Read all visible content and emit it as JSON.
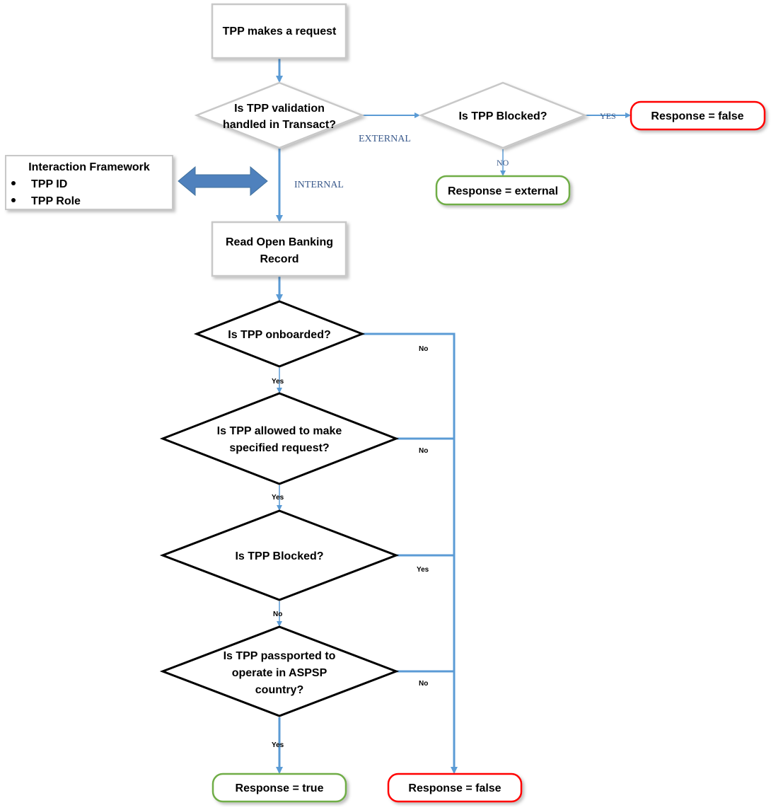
{
  "nodes": {
    "start": "TPP makes a request",
    "validation": [
      "Is TPP",
      "validation",
      "handled in Transact?"
    ],
    "ext_blocked": "Is TPP Blocked?",
    "resp_false_top": "Response = false",
    "resp_external": "Response = external",
    "framework_title": "Interaction Framework",
    "framework_items": [
      "TPP ID",
      "TPP Role"
    ],
    "read_record": [
      "Read Open Banking",
      "Record"
    ],
    "onboarded": "Is TPP onboarded?",
    "allowed": [
      "Is TPP allowed to make",
      "specified request?"
    ],
    "blocked": "Is TPP Blocked?",
    "passported": [
      "Is TPP passported to",
      "operate in ASPSP",
      "country?"
    ],
    "resp_true": "Response = true",
    "resp_false_bottom": "Response = false"
  },
  "edges": {
    "external": "EXTERNAL",
    "internal": "INTERNAL",
    "ext_yes": "YES",
    "ext_no": "NO",
    "onboarded_yes": "Yes",
    "onboarded_no": "No",
    "allowed_yes": "Yes",
    "allowed_no": "No",
    "blocked_no": "No",
    "blocked_yes": "Yes",
    "passported_yes": "Yes",
    "passported_no": "No"
  },
  "colors": {
    "arrow": "#5b9bd5",
    "box_border": "#c8c8c8",
    "green": "#70ad47",
    "red": "#ff0000",
    "double_arrow": "#4f81bd"
  }
}
